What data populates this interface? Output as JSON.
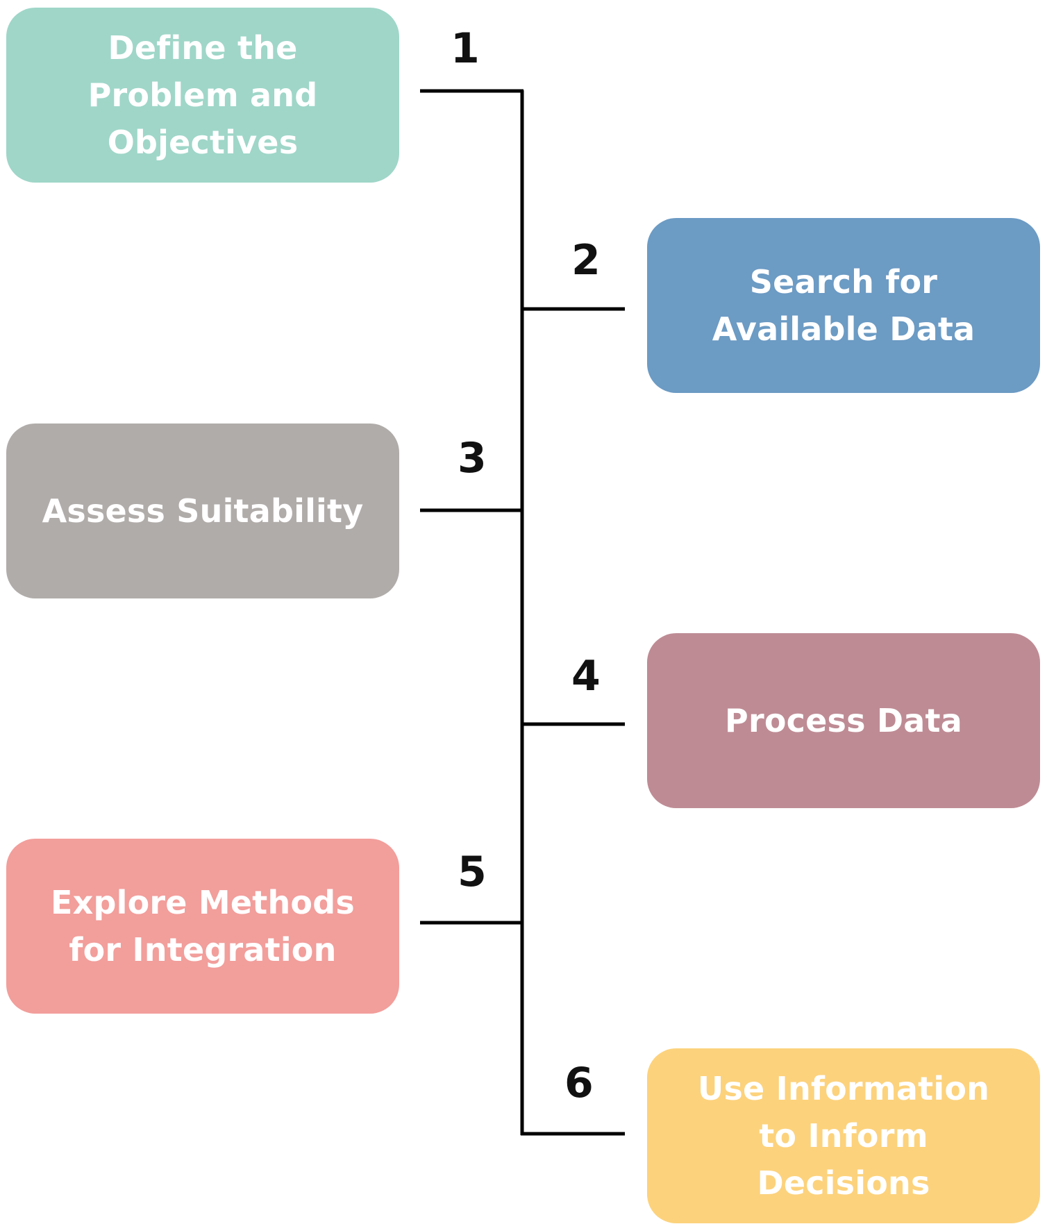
{
  "colors": {
    "line": "#000000",
    "step1": "#9fd6c8",
    "step2": "#6c9bc4",
    "step3": "#b0acaa",
    "step4": "#be8b94",
    "step5": "#f29e9b",
    "step6": "#fcd27c"
  },
  "steps": [
    {
      "number": "1",
      "label": "Define the Problem and Objectives",
      "side": "left"
    },
    {
      "number": "2",
      "label": "Search for Available Data",
      "side": "right"
    },
    {
      "number": "3",
      "label": "Assess Suitability",
      "side": "left"
    },
    {
      "number": "4",
      "label": "Process Data",
      "side": "right"
    },
    {
      "number": "5",
      "label": "Explore Methods for Integration",
      "side": "left"
    },
    {
      "number": "6",
      "label": "Use Information to Inform Decisions",
      "side": "right"
    }
  ]
}
